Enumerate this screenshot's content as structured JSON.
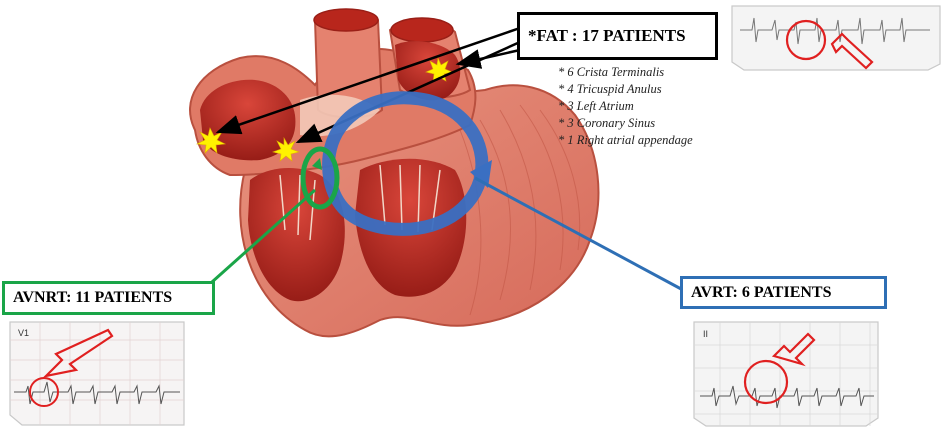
{
  "fat": {
    "label": "*FAT : 17 PATIENTS",
    "locations": [
      "* 6 Crista Terminalis",
      "* 4 Tricuspid Anulus",
      "* 3 Left Atrium",
      "* 3 Coronary Sinus",
      "* 1 Right atrial appendage"
    ]
  },
  "avnrt": {
    "label": "AVNRT:  11 PATIENTS",
    "ecg_lead": "V1"
  },
  "avrt": {
    "label": "AVRT:  6 PATIENTS",
    "ecg_lead": "II"
  },
  "colors": {
    "fat": "#000000",
    "avnrt": "#1aa548",
    "avrt": "#2e6fb5",
    "marker": "#e02020",
    "focus": "#fff200"
  },
  "icons": [
    "heart-cross-section",
    "yellow-focus-star",
    "reentry-circuit-arrow",
    "red-arrow-icon",
    "red-circle-highlight"
  ]
}
